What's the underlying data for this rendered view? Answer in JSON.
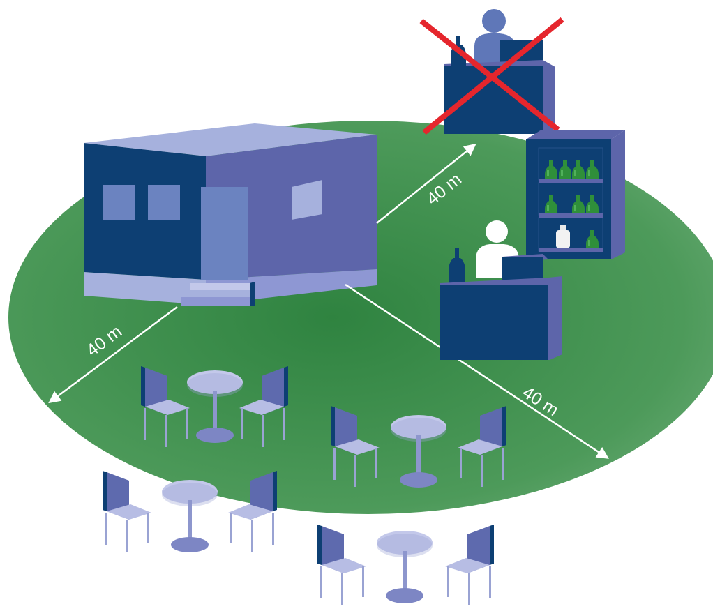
{
  "distance_labels": {
    "left": "40 m",
    "top_right": "40 m",
    "bottom_right": "40 m"
  },
  "colors": {
    "zone_green": "#3f8f4d",
    "building_dark": "#0d3f73",
    "building_light": "#a6b1dd",
    "building_side": "#7a83c4",
    "furniture_light": "#b7bde4",
    "furniture_dark": "#11386c",
    "bottle_green": "#2f8f3a",
    "cross_red": "#e5262d",
    "person_blue": "#5f77b8",
    "person_white": "#ffffff"
  }
}
